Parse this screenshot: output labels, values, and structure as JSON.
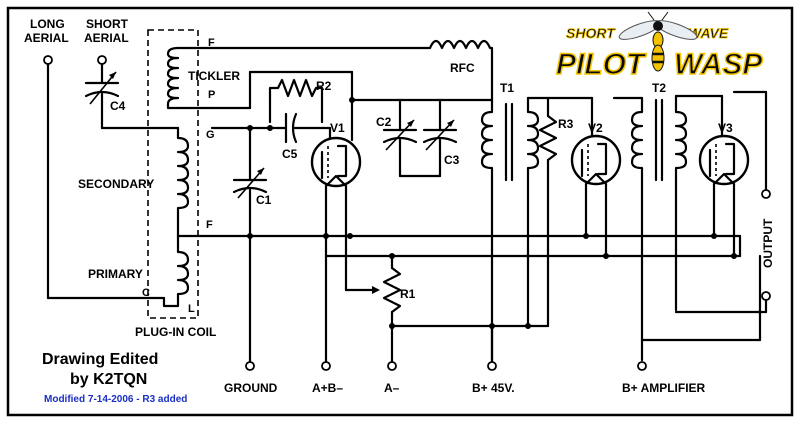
{
  "labels": {
    "long_aerial": [
      "LONG",
      "AERIAL"
    ],
    "short_aerial": [
      "SHORT",
      "AERIAL"
    ],
    "c4": "C4",
    "tickler": "TICKLER",
    "secondary": "SECONDARY",
    "primary": "PRIMARY",
    "plug_in_coil": "PLUG-IN COIL",
    "pin_f_top": "F",
    "pin_p": "P",
    "pin_g": "G",
    "pin_f_mid": "F",
    "pin_c": "C",
    "pin_l": "L",
    "r2": "R2",
    "c5": "C5",
    "c1": "C1",
    "v1": "V1",
    "rfc": "RFC",
    "c2": "C2",
    "c3": "C3",
    "t1": "T1",
    "r3": "R3",
    "v2": "V2",
    "t2": "T2",
    "v3": "V3",
    "r1": "R1",
    "output": "OUTPUT",
    "ground": "GROUND",
    "a_plus_b_minus": "A+B–",
    "a_minus": "A–",
    "b_plus_45": "B+ 45V.",
    "b_plus_amp": "B+ AMPLIFIER"
  },
  "logo": {
    "line1_left": "SHORT",
    "line1_right": "WAVE",
    "line2_left": "PILOT",
    "line2_right": "WASP"
  },
  "credits": {
    "line1": "Drawing Edited",
    "line2": "by K2TQN",
    "line3": "Modified 7-14-2006 - R3 added"
  },
  "colors": {
    "logo_fill": "#0a0a0a",
    "logo_outline": "#f5c400",
    "modified_text": "#1a2fc4"
  }
}
